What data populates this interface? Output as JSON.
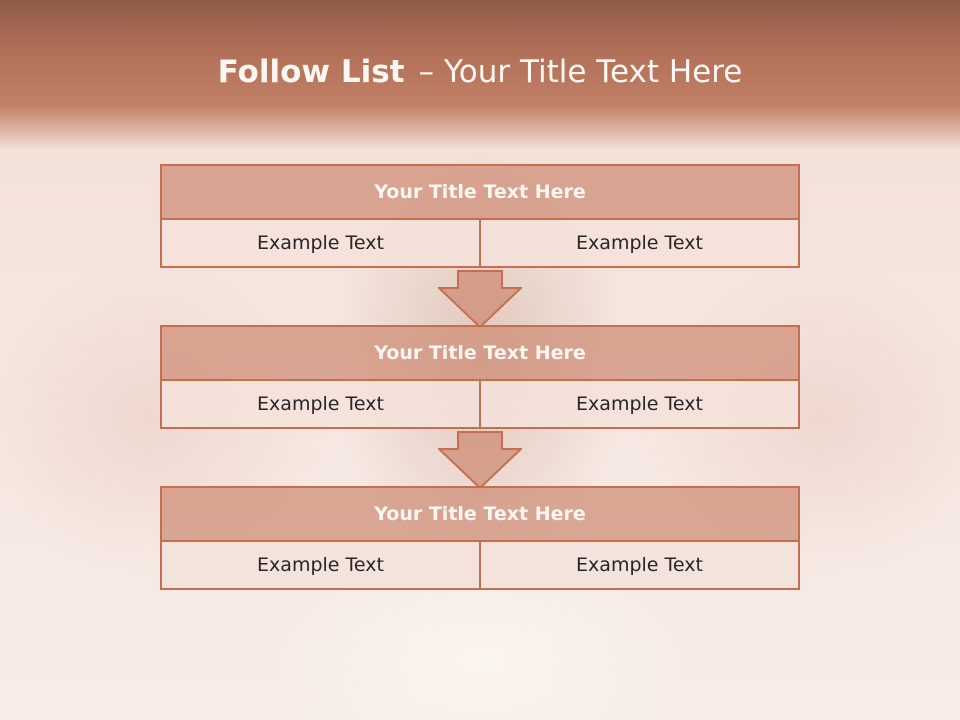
{
  "slide": {
    "title_bold": "Follow List",
    "title_sep": "–",
    "title_rest": "Your Title Text Here"
  },
  "blocks": [
    {
      "title": "Your Title Text Here",
      "left": "Example Text",
      "right": "Example Text"
    },
    {
      "title": "Your Title Text Here",
      "left": "Example Text",
      "right": "Example Text"
    },
    {
      "title": "Your Title Text Here",
      "left": "Example Text",
      "right": "Example Text"
    }
  ],
  "colors": {
    "header": "#b27058",
    "box_border": "#c56e52",
    "title_fill": "#cd8c75",
    "cell_fill": "#f4e1db"
  }
}
